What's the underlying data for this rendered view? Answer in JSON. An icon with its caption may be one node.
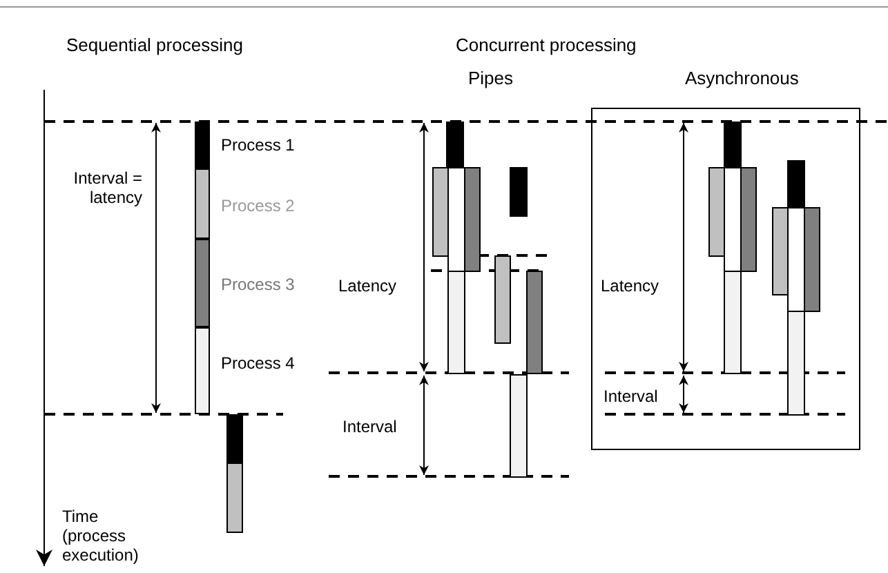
{
  "diagram": {
    "nodes": [
      {
        "text": [],
        "shape": "bar",
        "beside": [
          "Process 1"
        ]
      },
      {
        "text": [],
        "shape": "bar",
        "beside": [
          "Process 2"
        ]
      },
      {
        "text": [],
        "shape": "bar",
        "beside": [
          "Process 3"
        ]
      },
      {
        "text": [],
        "shape": "bar",
        "beside": [
          "Process 4"
        ]
      },
      {
        "text": [
          "Asynchronous"
        ]
      }
    ],
    "labels": [
      "Sequential processing",
      "Concurrent processing",
      "Pipes",
      "Interval = latency",
      "Latency",
      "Latency",
      "Interval",
      "Interval",
      "Time (process execution)"
    ]
  }
}
